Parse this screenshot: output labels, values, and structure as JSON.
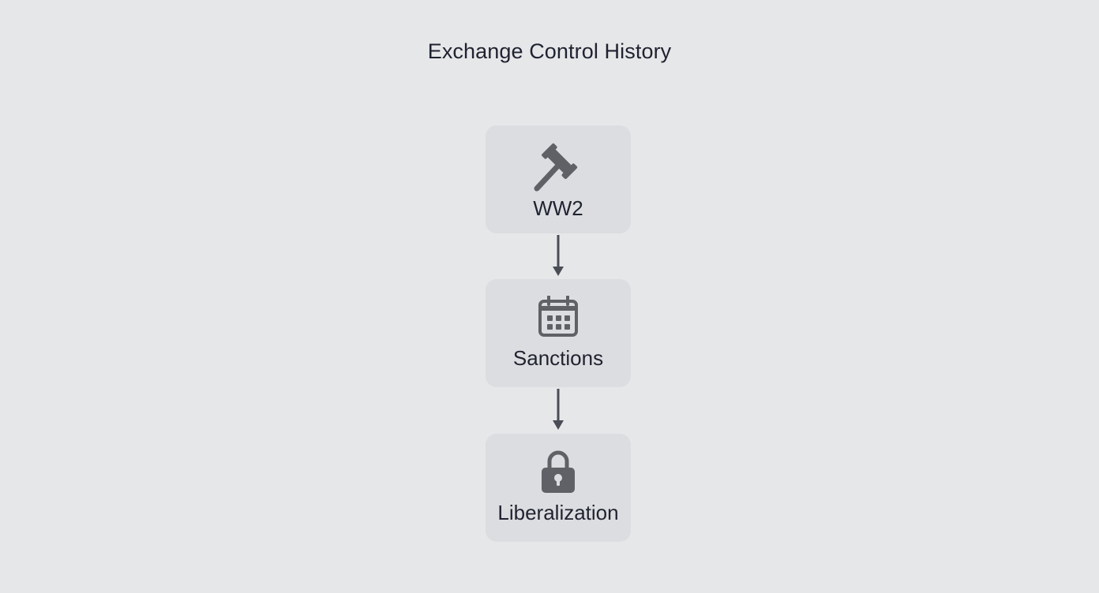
{
  "title": "Exchange Control History",
  "nodes": [
    {
      "label": "WW2",
      "icon": "gavel-icon"
    },
    {
      "label": "Sanctions",
      "icon": "calendar-icon"
    },
    {
      "label": "Liberalization",
      "icon": "lock-icon"
    }
  ],
  "colors": {
    "background": "#e6e7e9",
    "node_fill": "#dcdde0",
    "icon": "#5f6166",
    "text": "#1f2330",
    "arrow": "#4a4d55"
  }
}
